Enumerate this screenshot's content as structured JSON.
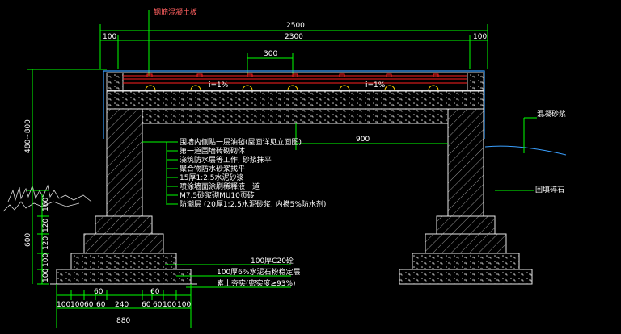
{
  "colors": {
    "background": "#000000",
    "dimension": "#00ff00",
    "concrete": "#e8e8e8",
    "masonry": "#cccccc",
    "leader": "#00ff00",
    "rebar": "#ff2020",
    "water": "#3aa0ff",
    "text": "#ffffff"
  },
  "top_note": "钢筋混凝土板",
  "dims_top": {
    "overall": "2500",
    "inner": "2300",
    "left_edge": "100",
    "right_edge": "100",
    "spacing": "300",
    "span_lower": "900"
  },
  "slopes": [
    "i=1%",
    "i=1%"
  ],
  "dims_left": {
    "upper": "480~800",
    "lower": "600",
    "segs": [
      "160",
      "120",
      "120",
      "100",
      "100"
    ]
  },
  "dims_bottom": {
    "segs": [
      "100",
      "100",
      "60",
      "60",
      "240",
      "60",
      "60",
      "100",
      "100"
    ],
    "overall": "880",
    "inner_left": "60",
    "inner_right": "60"
  },
  "notes": [
    "围墙内侧贴一层油毡(屋面详见立面图)",
    "第一道围墙砖砌砌体",
    "浇筑防水层等工作, 砂浆抹平",
    "聚合物防水砂浆找平",
    "15厚1:2.5水泥砂浆",
    "喷涂墙面涂刷稀释液一道",
    "M7.5砂浆砌MU10页砖",
    "防潮层 (20厚1:2.5水泥砂浆, 内掺5%防水剂)"
  ],
  "base_notes": [
    "100厚C20砼",
    "100厚6%水泥石粉稳定层",
    "素土夯实(密实度≥93%)"
  ],
  "right_notes": [
    "混凝砂浆",
    "回填碎石"
  ]
}
